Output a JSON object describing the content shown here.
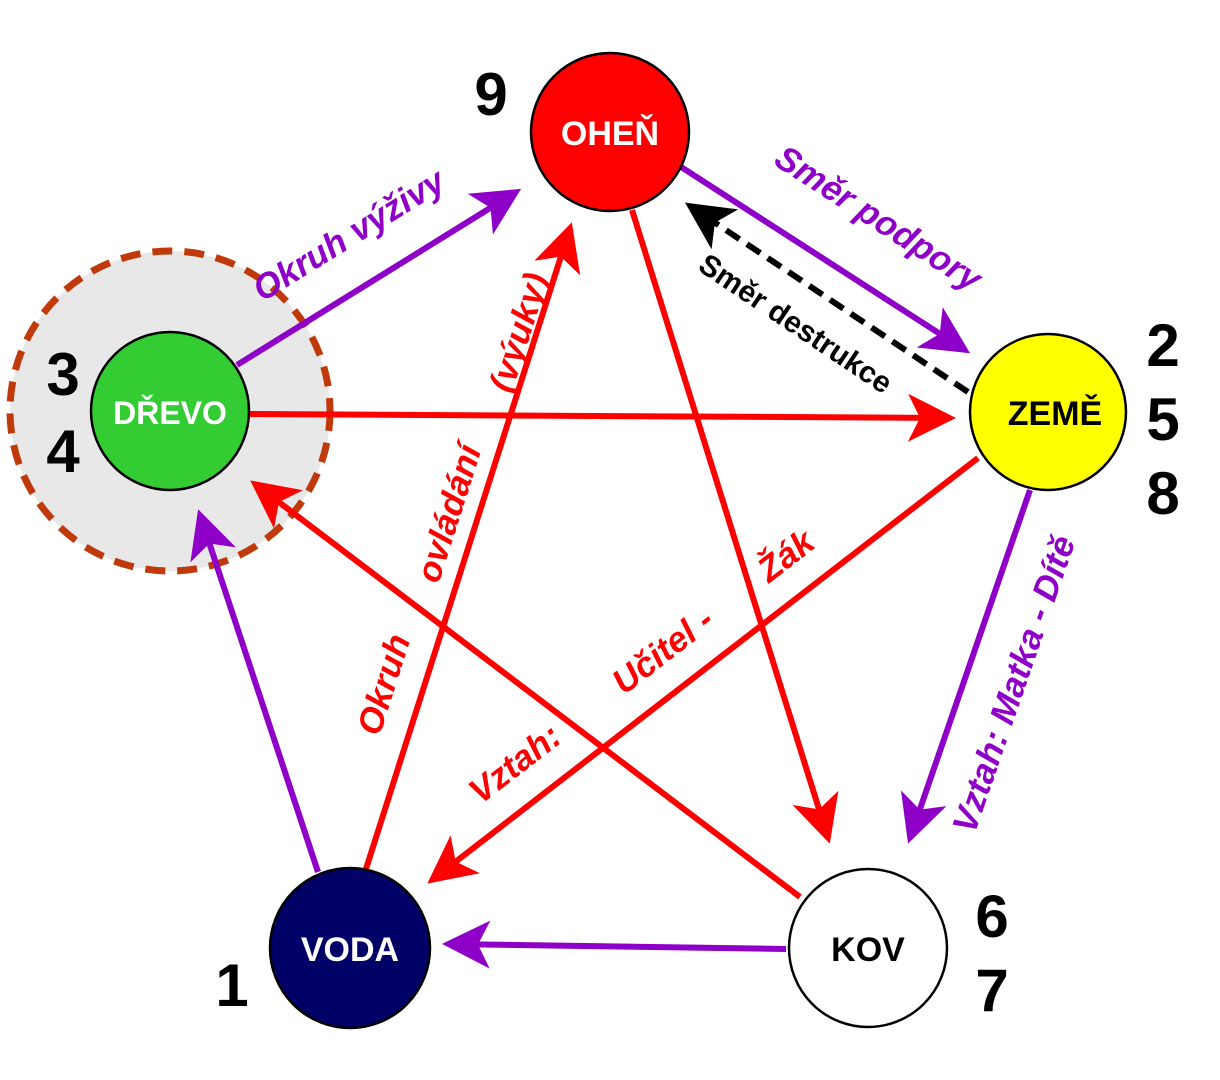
{
  "colors": {
    "support": "#8e00c8",
    "control": "#ff0000",
    "destruction": "#000000",
    "highlight_fill": "#e8e8e8",
    "highlight_stroke": "#c0390b"
  },
  "nodes": {
    "ohen": {
      "label": "OHEŇ",
      "fill": "#ff0000",
      "text_color": "#ffffff"
    },
    "zeme": {
      "label": "ZEMĚ",
      "fill": "#ffff00",
      "text_color": "#000000"
    },
    "kov": {
      "label": "KOV",
      "fill": "#ffffff",
      "text_color": "#000000"
    },
    "voda": {
      "label": "VODA",
      "fill": "#000066",
      "text_color": "#ffffff"
    },
    "drevo": {
      "label": "DŘEVO",
      "fill": "#33cc33",
      "text_color": "#ffffff"
    }
  },
  "numbers": {
    "ohen": [
      "9"
    ],
    "zeme": [
      "2",
      "5",
      "8"
    ],
    "kov": [
      "6",
      "7"
    ],
    "voda": [
      "1"
    ],
    "drevo": [
      "3",
      "4"
    ]
  },
  "labels": {
    "okruh_vyzivy": "Okruh výživy",
    "smer_podpory": "Směr podpory",
    "smer_destrukce": "Směr destrukce",
    "vyuky": "(výuky)",
    "okruh": "Okruh",
    "ovladani": "ovládání",
    "zak": "Žák",
    "ucitel": "Učitel -",
    "vztah": "Vztah:",
    "vztah_matka": "Vztah: Matka - Dítě"
  }
}
